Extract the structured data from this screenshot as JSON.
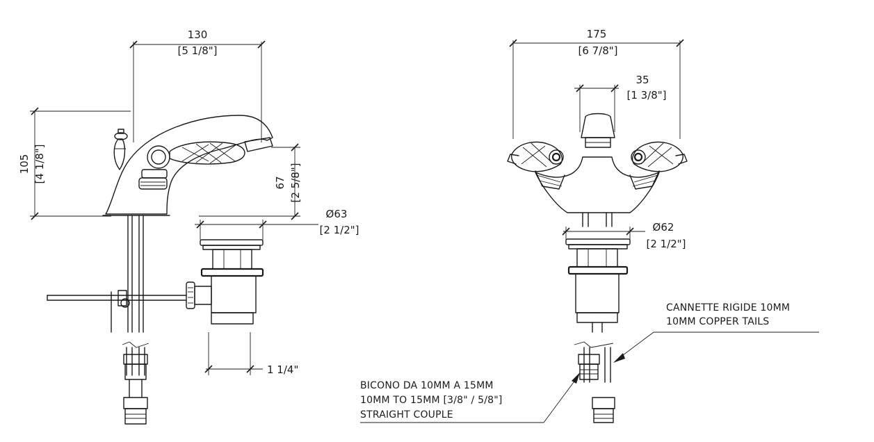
{
  "left_view": {
    "width_mm": "130",
    "width_in": "[5 1/8\"]",
    "height_mm": "105",
    "height_in": "[4 1/8\"]",
    "spout_height_mm": "67",
    "spout_height_in": "[2 5/8\"]",
    "waste_dia_mm": "Ø63",
    "waste_dia_in": "[2 1/2\"]",
    "outlet_size": "1 1/4\""
  },
  "right_view": {
    "width_mm": "175",
    "width_in": "[6 7/8\"]",
    "spout_width_mm": "35",
    "spout_width_in": "[1 3/8\"]",
    "base_dia_mm": "Ø62",
    "base_dia_in": "[2 1/2\"]"
  },
  "notes": {
    "tails_it": "CANNETTE RIGIDE 10MM",
    "tails_en": "10MM COPPER TAILS",
    "couple_it": "BICONO DA 10MM A 15MM",
    "couple_en": "10MM TO 15MM [3/8\" / 5/8\"]",
    "couple_type": "STRAIGHT COUPLE"
  }
}
